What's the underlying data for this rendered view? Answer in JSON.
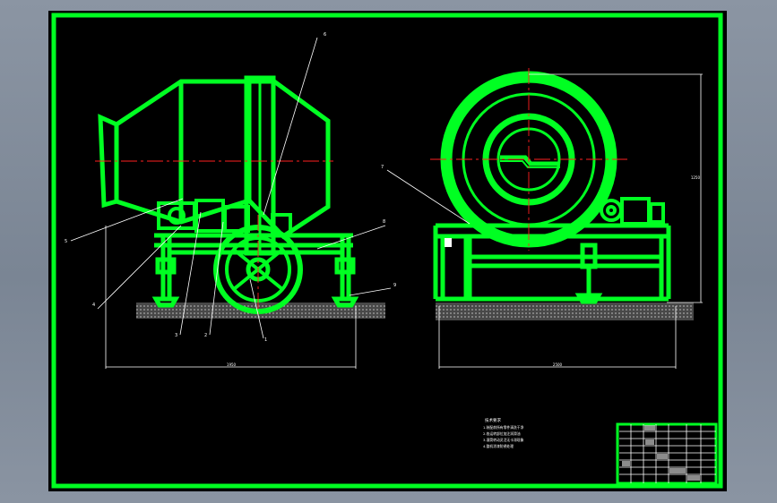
{
  "drawing": {
    "frame_color": "#00ff22",
    "centerline_color": "#ff2020",
    "annotation_color": "#ffffff",
    "background": "#000000"
  },
  "callouts": {
    "side_view": [
      "6",
      "5",
      "4",
      "3",
      "2",
      "1",
      "8",
      "9"
    ],
    "front_view": [
      "7"
    ]
  },
  "dimensions": {
    "side_width": "1950",
    "front_width": "2500",
    "front_height": "1250"
  },
  "notes": {
    "heading": "技术要求",
    "lines": [
      "1.装配前所有零件清洗干净",
      "2.各运转部位加注润滑油",
      "3.滚筒转动灵活无卡滞现象",
      "4.整机涂漆防锈处理"
    ]
  },
  "title_block": {
    "cells": [
      "",
      "",
      "",
      "",
      "",
      "",
      "",
      "",
      "",
      "",
      "",
      ""
    ]
  }
}
